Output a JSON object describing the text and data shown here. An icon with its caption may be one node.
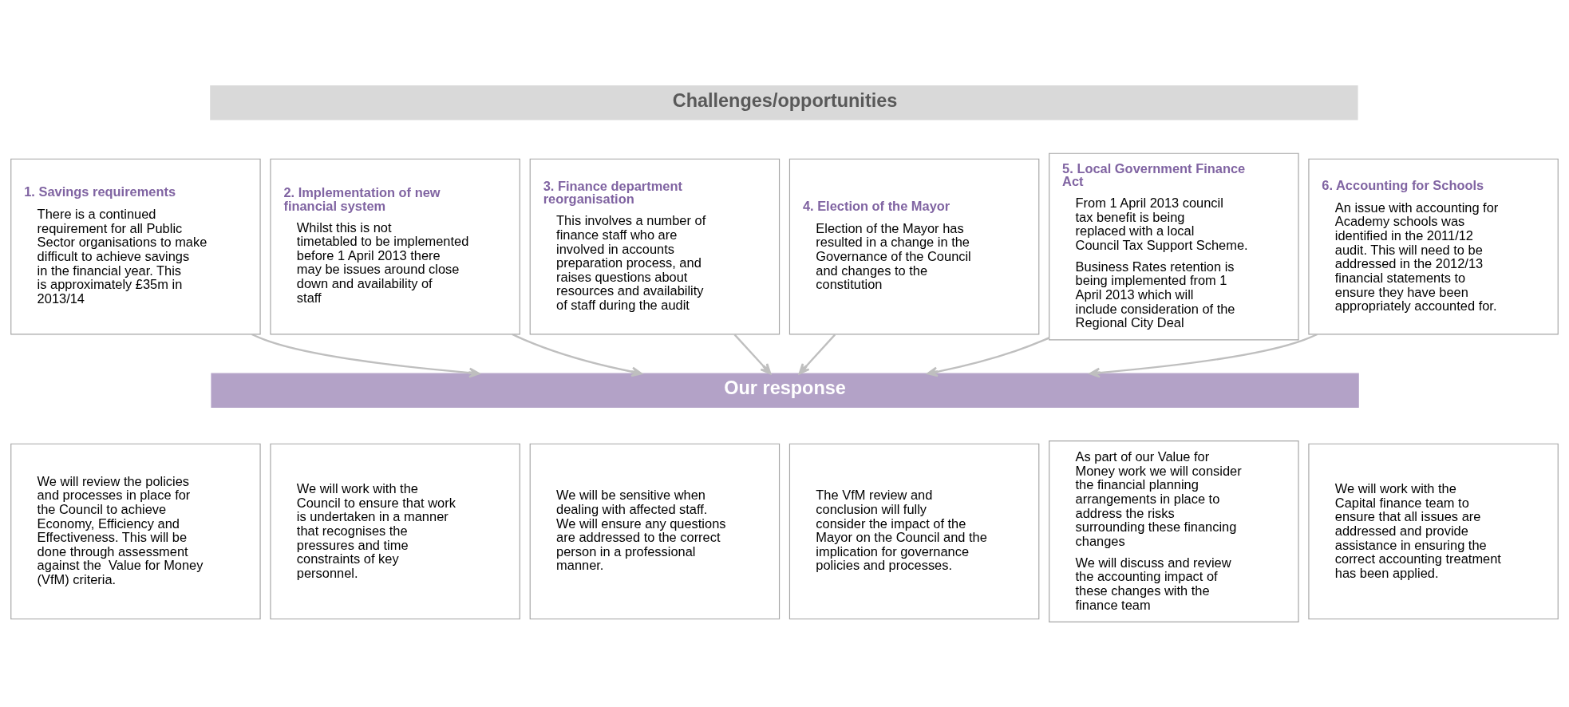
{
  "diagram": {
    "nodes": [
      {
        "text": [
          "Challenges/opportunities"
        ]
      },
      {
        "text": [
          "1. Savings requirements",
          "There is a continued requirement for all Public Sector organisations to make difficult to achieve savings in the financial year. This is approximately £35m in 2013/14"
        ]
      },
      {
        "text": [
          "2. Implementation of new financial system",
          "Whilst this is not timetabled to be implemented before 1 April 2013 there may be issues around close down and availability of staff"
        ]
      },
      {
        "text": [
          "3. Finance department reorganisation",
          "This involves a number of finance staff who are involved in accounts preparation process, and raises questions about resources and availability of staff during the audit"
        ]
      },
      {
        "text": [
          "4. Election of the Mayor",
          "Election of the Mayor has resulted in a change in the Governance of the Council and changes to the constitution"
        ]
      },
      {
        "text": [
          "5. Local Government Finance Act",
          "From 1 April 2013 council tax benefit is being replaced with a local Council Tax Support Scheme.",
          "Business Rates retention is being implemented from 1 April 2013 which will include consideration of the Regional City Deal"
        ]
      },
      {
        "text": [
          "6. Accounting for Schools",
          "An issue with accounting for Academy schools was identified in the 2011/12 audit. This will need to be addressed in the 2012/13 financial statements to ensure they have been appropriately accounted for."
        ]
      },
      {
        "text": [
          "Our response"
        ]
      },
      {
        "text": [
          "We will review the policies and processes in place for the Council to achieve Economy, Efficiency and Effectiveness. This will be done through assessment against the  Value for Money (VfM) criteria."
        ]
      },
      {
        "text": [
          "We will work with the Council to ensure that work is undertaken in a manner that recognises the pressures and time constraints of key personnel."
        ]
      },
      {
        "text": [
          "We will be sensitive when dealing with affected staff. We will ensure any questions are addressed to the correct person in a professional manner."
        ]
      },
      {
        "text": [
          "The VfM review and conclusion will fully consider the impact of the Mayor on the Council and the implication for governance policies and processes."
        ]
      },
      {
        "text": [
          "As part of our Value for Money work we will consider the financial planning arrangements in place to address the risks surrounding these financing changes",
          "We will discuss and review the accounting impact of these changes with the finance team"
        ]
      },
      {
        "text": [
          "We will work with the Capital finance team to ensure that all issues are addressed and provide assistance in ensuring the correct accounting treatment has been applied."
        ]
      }
    ],
    "edges": [
      {
        "from": 1,
        "to": 7,
        "arrow": "to"
      },
      {
        "from": 2,
        "to": 7,
        "arrow": "to"
      },
      {
        "from": 3,
        "to": 7,
        "arrow": "to"
      },
      {
        "from": 4,
        "to": 7,
        "arrow": "to"
      },
      {
        "from": 5,
        "to": 7,
        "arrow": "to"
      },
      {
        "from": 6,
        "to": 7,
        "arrow": "to"
      }
    ]
  }
}
